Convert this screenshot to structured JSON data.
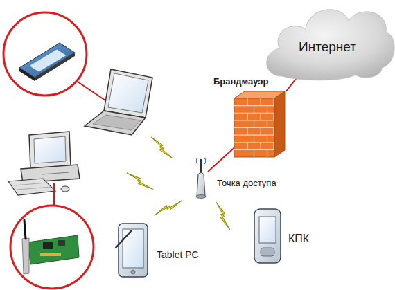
{
  "diagram": {
    "nodes": [
      {
        "text": [
          "Интернет"
        ]
      },
      {
        "text": [
          "Брандмауэр"
        ]
      },
      {
        "text": [
          "Точка доступа"
        ]
      },
      {
        "text": [
          "Tablet PC"
        ]
      },
      {
        "text": [
          "КПК"
        ]
      }
    ],
    "edges": [
      {
        "from": 2,
        "to": 1,
        "arrow": "none"
      },
      {
        "from": 1,
        "to": 0,
        "arrow": "none"
      }
    ]
  }
}
